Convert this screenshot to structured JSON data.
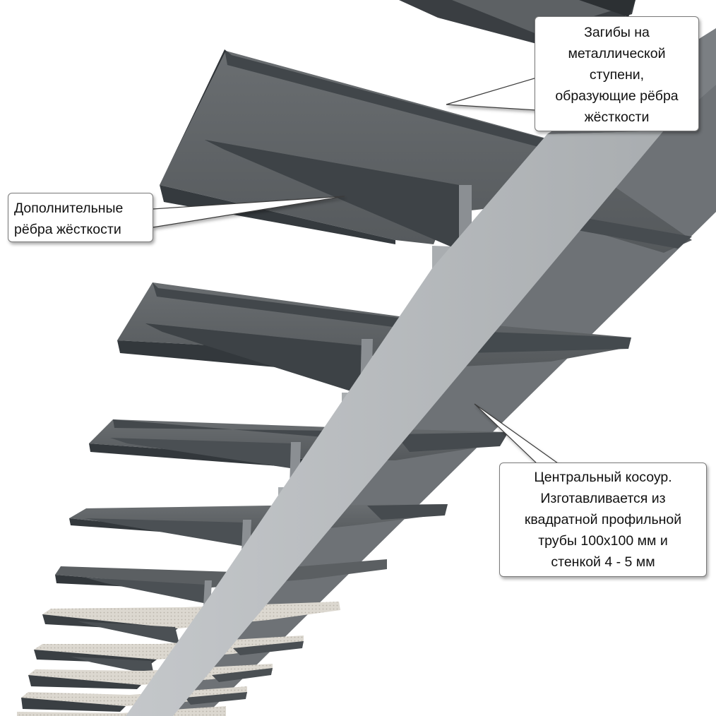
{
  "colors": {
    "background": "#ffffff",
    "tread_top": "#5f6366",
    "tread_dark": "#3f4448",
    "tread_edge": "#2e3236",
    "rib": "#4d5256",
    "stringer_front": "#b9bcbf",
    "stringer_side": "#6c7073",
    "lower_tread_light": "#d8d4cc",
    "callout_border": "#7a7a7a",
    "leader_line": "#3a3a3a"
  },
  "callouts": {
    "bends": {
      "lines": [
        "Загибы на",
        "металлической",
        "ступени,",
        "образующие рёбра",
        "жёсткости"
      ]
    },
    "ribs": {
      "lines": [
        "Дополнительные",
        "рёбра жёсткости"
      ]
    },
    "stringer": {
      "lines": [
        "Центральный косоур.",
        "Изготавливается из",
        "квадратной профильной",
        "трубы 100х100 мм и",
        "стенкой 4 - 5 мм"
      ]
    }
  }
}
